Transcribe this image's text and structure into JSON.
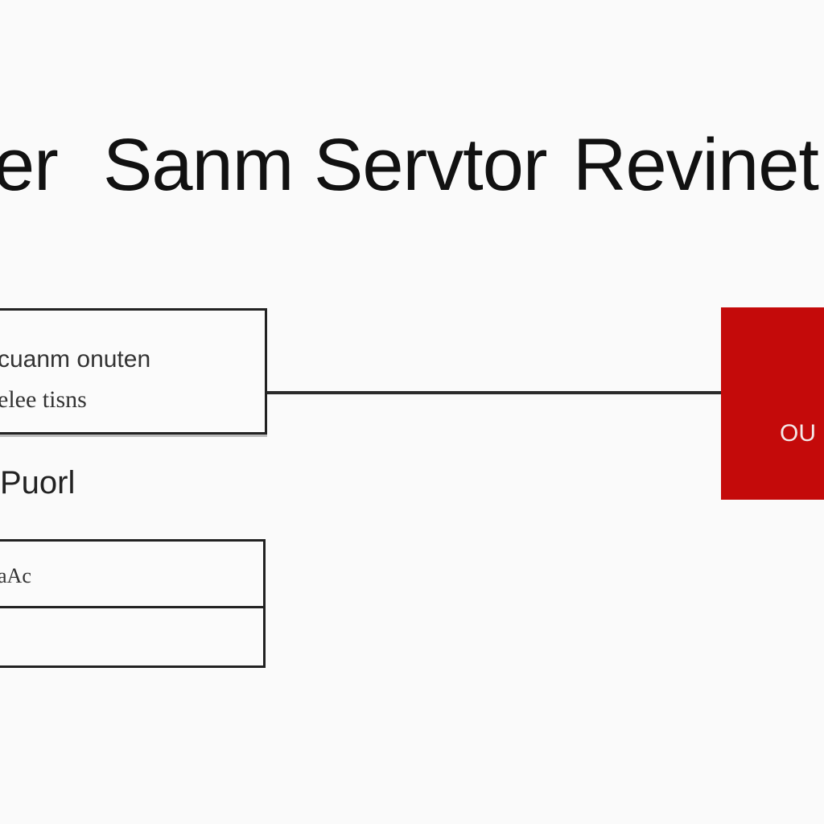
{
  "title": {
    "word1": "er",
    "word2": "Sanm",
    "word3": "Servtor",
    "word4": "Revinet"
  },
  "left_box": {
    "line1": "cuanm onuten",
    "line2": "elee tisns"
  },
  "right_box": {
    "label": "OU"
  },
  "section_label": "Puorl",
  "table": {
    "rows": [
      {
        "text": "aAc"
      },
      {
        "text": ""
      }
    ]
  },
  "colors": {
    "accent": "#c40a0a",
    "line": "#222222",
    "background": "#fafafa"
  }
}
